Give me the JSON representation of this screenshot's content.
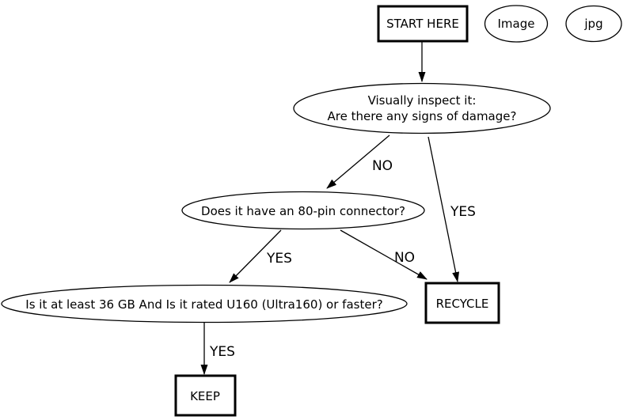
{
  "diagram": {
    "title_hint": "Hard drive triage flowchart",
    "colors": {
      "background": "#ffffff",
      "stroke": "#000000",
      "text": "#000000"
    },
    "nodes": {
      "start": {
        "label": "START HERE",
        "shape": "rect"
      },
      "image": {
        "label": "Image",
        "shape": "ellipse"
      },
      "jpg": {
        "label": "jpg",
        "shape": "ellipse"
      },
      "inspect": {
        "label_line1": "Visually inspect it:",
        "label_line2": "Are there any signs of damage?",
        "shape": "ellipse"
      },
      "connector": {
        "label": "Does it have an 80-pin connector?",
        "shape": "ellipse"
      },
      "capacity": {
        "label": "Is it at least 36 GB And Is it rated U160 (Ultra160) or faster?",
        "shape": "ellipse"
      },
      "recycle": {
        "label": "RECYCLE",
        "shape": "rect"
      },
      "keep": {
        "label": "KEEP",
        "shape": "rect"
      }
    },
    "edge_labels": {
      "inspect_to_connector": "NO",
      "inspect_to_recycle": "YES",
      "connector_to_capacity": "YES",
      "connector_to_recycle": "NO",
      "capacity_to_keep": "YES"
    }
  }
}
